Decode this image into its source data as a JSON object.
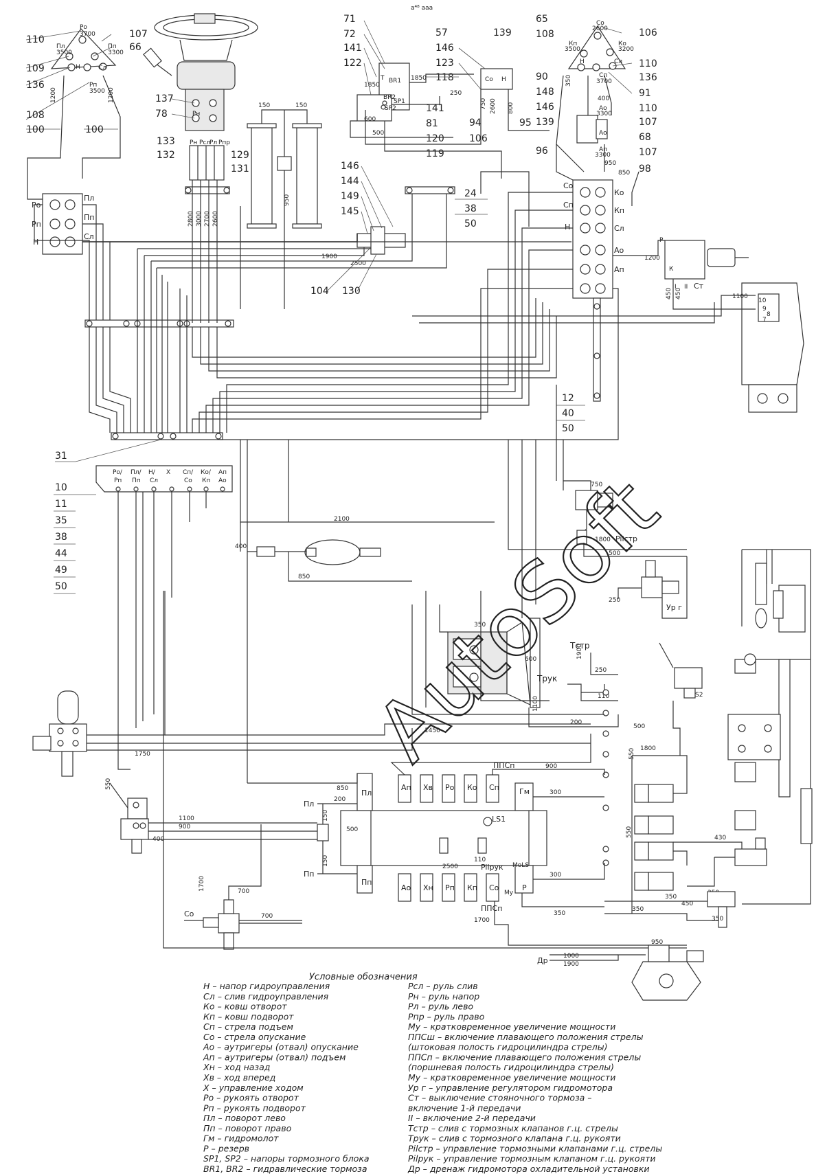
{
  "header_mark": "а⁴⁸ ааа",
  "watermark": "AutoSoft",
  "callouts": {
    "c110": "110",
    "c66": "66",
    "c107": "107",
    "c109": "109",
    "c136": "136",
    "c108": "108",
    "c100a": "100",
    "c100b": "100",
    "c137": "137",
    "c78": "78",
    "c133": "133",
    "c132": "132",
    "c129": "129",
    "c131": "131",
    "c71": "71",
    "c72": "72",
    "c141": "141",
    "c122": "122",
    "c57": "57",
    "c146": "146",
    "c123": "123",
    "c118": "118",
    "c141b": "141",
    "c81": "81",
    "c120": "120",
    "c119": "119",
    "c94": "94",
    "c106b": "106",
    "c95": "95",
    "c139": "139",
    "c65": "65",
    "c108b": "108",
    "c106": "106",
    "c110b": "110",
    "c136b": "136",
    "c90": "90",
    "c91": "91",
    "c148": "148",
    "c110c": "110",
    "c146b": "146",
    "c107b": "107",
    "c139b": "139",
    "c68": "68",
    "c107c": "107",
    "c96": "96",
    "c98": "98",
    "c146c": "146",
    "c144": "144",
    "c149": "149",
    "c145": "145",
    "c24": "24",
    "c38": "38",
    "c50": "50",
    "c104": "104",
    "c130": "130",
    "c12": "12",
    "c40": "40",
    "c50b": "50",
    "c31": "31",
    "c10": "10",
    "c11": "11",
    "c35": "35",
    "c38b": "38",
    "c44": "44",
    "c49": "49",
    "c50c": "50"
  },
  "dims": {
    "d1200a": "1200",
    "d1200b": "1200",
    "d150a": "150",
    "d150b": "150",
    "d950": "950",
    "d2800": "2800",
    "d3000": "3000",
    "d2700": "2700",
    "d2600": "2600",
    "d1850a": "1850",
    "d1850b": "1850",
    "d250": "250",
    "d600": "600",
    "d500": "500",
    "d750": "750",
    "d2600b": "2600",
    "d800": "800",
    "d350": "350",
    "d400": "400",
    "d850": "850",
    "d950b": "950",
    "d1200c": "1200",
    "d1100": "1100",
    "d450a": "450",
    "d450b": "450",
    "d1900": "1900",
    "d2500": "2500",
    "d2100": "2100",
    "d400b": "400",
    "d850b": "850",
    "d750b": "750",
    "d1800": "1800",
    "d500b": "500",
    "d250b": "250",
    "d350b": "350",
    "d600b": "600",
    "d1900b": "1900",
    "d250c": "250",
    "d110": "110",
    "d1100b": "1100",
    "d200": "200",
    "d1450": "1450",
    "d550": "550",
    "d1800b": "1800",
    "d1750": "1750",
    "d550b": "550",
    "d1100c": "1100",
    "d900": "900",
    "d400c": "400",
    "d850c": "850",
    "d200b": "200",
    "d150c": "150",
    "d110b": "110",
    "d150d": "150",
    "d900b": "900",
    "d300": "300",
    "d500c": "500",
    "d110c": "110",
    "d2500b": "2500",
    "d300b": "300",
    "d350c": "350",
    "d1700": "1700",
    "d1700b": "1700",
    "d700": "700",
    "d700b": "700",
    "d350d": "350",
    "d1000": "1000",
    "d1900c": "1900",
    "d950c": "950",
    "d350e": "350",
    "d450c": "450",
    "d350f": "350",
    "d350g": "350",
    "d430": "430",
    "d550c": "550",
    "d500d": "500"
  },
  "node_labels": {
    "ro": "Ро",
    "rp": "Рп",
    "n": "Н",
    "pl": "Пл",
    "pp": "Пп",
    "sl": "Сл",
    "so": "Со",
    "ko": "Ко",
    "sp": "Сп",
    "kp": "Кп",
    "n2": "Н",
    "sl2": "Сл",
    "ao": "Ао",
    "ap": "Ап",
    "ro_top": "Ро",
    "ro_top_v": "3700",
    "pl_top": "Пл",
    "pl_top_v": "3500",
    "pp_top": "Пп",
    "pp_top_v": "3300",
    "n_top": "Н",
    "sl_top": "Сл",
    "rp_top": "Рп",
    "rp_top_v": "3500",
    "so_r": "Со",
    "so_r_v": "2600",
    "kp_r": "Кп",
    "kp_r_v": "3500",
    "ko_r": "Ко",
    "ko_r_v": "3200",
    "n_r": "Н",
    "sp_r": "Сп",
    "sp_r_v": "3700",
    "sl_r": "Сл",
    "ao_r": "Ао",
    "ao_r_v": "3300",
    "ap_r": "Ап",
    "ap_r_v": "3300",
    "br1": "BR1",
    "br2": "BR2",
    "sp1": "SP1",
    "sp2": "SP2",
    "t": "T",
    "n3": "Н",
    "so3": "Со",
    "rn": "Рн",
    "rsl": "Рсл",
    "rl": "Рл",
    "rpr": "Рпр",
    "p_blk": "Р",
    "k_blk": "К",
    "i_blk": "I",
    "ii_blk": "II",
    "st_blk": "Ст",
    "n10": "10",
    "n9": "9",
    "n8": "8",
    "n7": "7",
    "b10_ro": "Ро/",
    "b10_pl": "Пл/",
    "b10_n": "Н/",
    "b10_x": "Х",
    "b10_sp": "Сп/",
    "b10_ko": "Ко/",
    "b10_ap": "Ап",
    "b10_rp": "Рп",
    "b10_pp": "Пп",
    "b10_sl": "Сл",
    "b10_so": "Со",
    "b10_kp": "Кп",
    "b10_ao": "Ао",
    "pilctmp": "Pilстр",
    "urg": "Ур г",
    "tstr": "Тстр",
    "truk": "Трук",
    "s2": "S2",
    "ppsp": "ППСп",
    "ap2": "Ап",
    "hv": "Хв",
    "ro2": "Ро",
    "ko2": "Ко",
    "sp2b": "Сп",
    "gm": "Гм",
    "pl2": "Пл",
    "pp2": "Пп",
    "ls1": "LS1",
    "pilruk": "Pilрук",
    "mols": "МоLS",
    "mu": "Му",
    "pp3": "Пп",
    "ao2": "Ао",
    "hn": "Хн",
    "rp2": "Рп",
    "kp2": "Кп",
    "so4": "Со",
    "p2": "Р",
    "ppsn": "ППСп",
    "so5": "Со",
    "dr": "Др"
  },
  "legend": {
    "title": "Условные обозначения",
    "left": [
      "Н – напор гидроуправления",
      "Сл – слив гидроуправления",
      "Ко – ковш отворот",
      "Кп – ковш подворот",
      "Сп – стрела подъем",
      "Со – стрела опускание",
      "Ао – аутригеры (отвал) опускание",
      "Ап – аутригеры (отвал) подъем",
      "Хн – ход назад",
      "Хв – ход вперед",
      "Х – управление ходом",
      "Ро – рукоять отворот",
      "Рп – рукоять подворот",
      "Пл – поворот лево",
      "Пп – поворот право",
      "Гм – гидромолот",
      "Р – резерв",
      "SP1, SP2 – напоры тормозного блока",
      "BR1, BR2 – гидравлические тормоза"
    ],
    "right": [
      "Рсл – руль слив",
      "Рн – руль напор",
      "Рл – руль лево",
      "Рпр – руль право",
      "Му – кратковременное увеличение мощности",
      "ППСш – включение плавающего положения стрелы",
      "            (штоковая полость гидроцилиндра стрелы)",
      "ППСп – включение плавающего положения стрелы",
      "            (поршневая полость гидроцилиндра стрелы)",
      "Му – кратковременное увеличение мощности",
      "Ур г – управление регулятором гидромотора",
      "Ст – выключение стояночного тормоза –",
      "           включение 1-й передачи",
      "II – включение 2-й передачи",
      "Тстр – слив с тормозных клапанов г.ц. стрелы",
      "Трук – слив с тормозного клапана г.ц. рукояти",
      "Pilстр – управление тормозными клапанами г.ц. стрелы",
      "Pilрук – управление тормозным клапаном г.ц. рукояти",
      "Др – дренаж гидромотора охладительной установки"
    ]
  }
}
